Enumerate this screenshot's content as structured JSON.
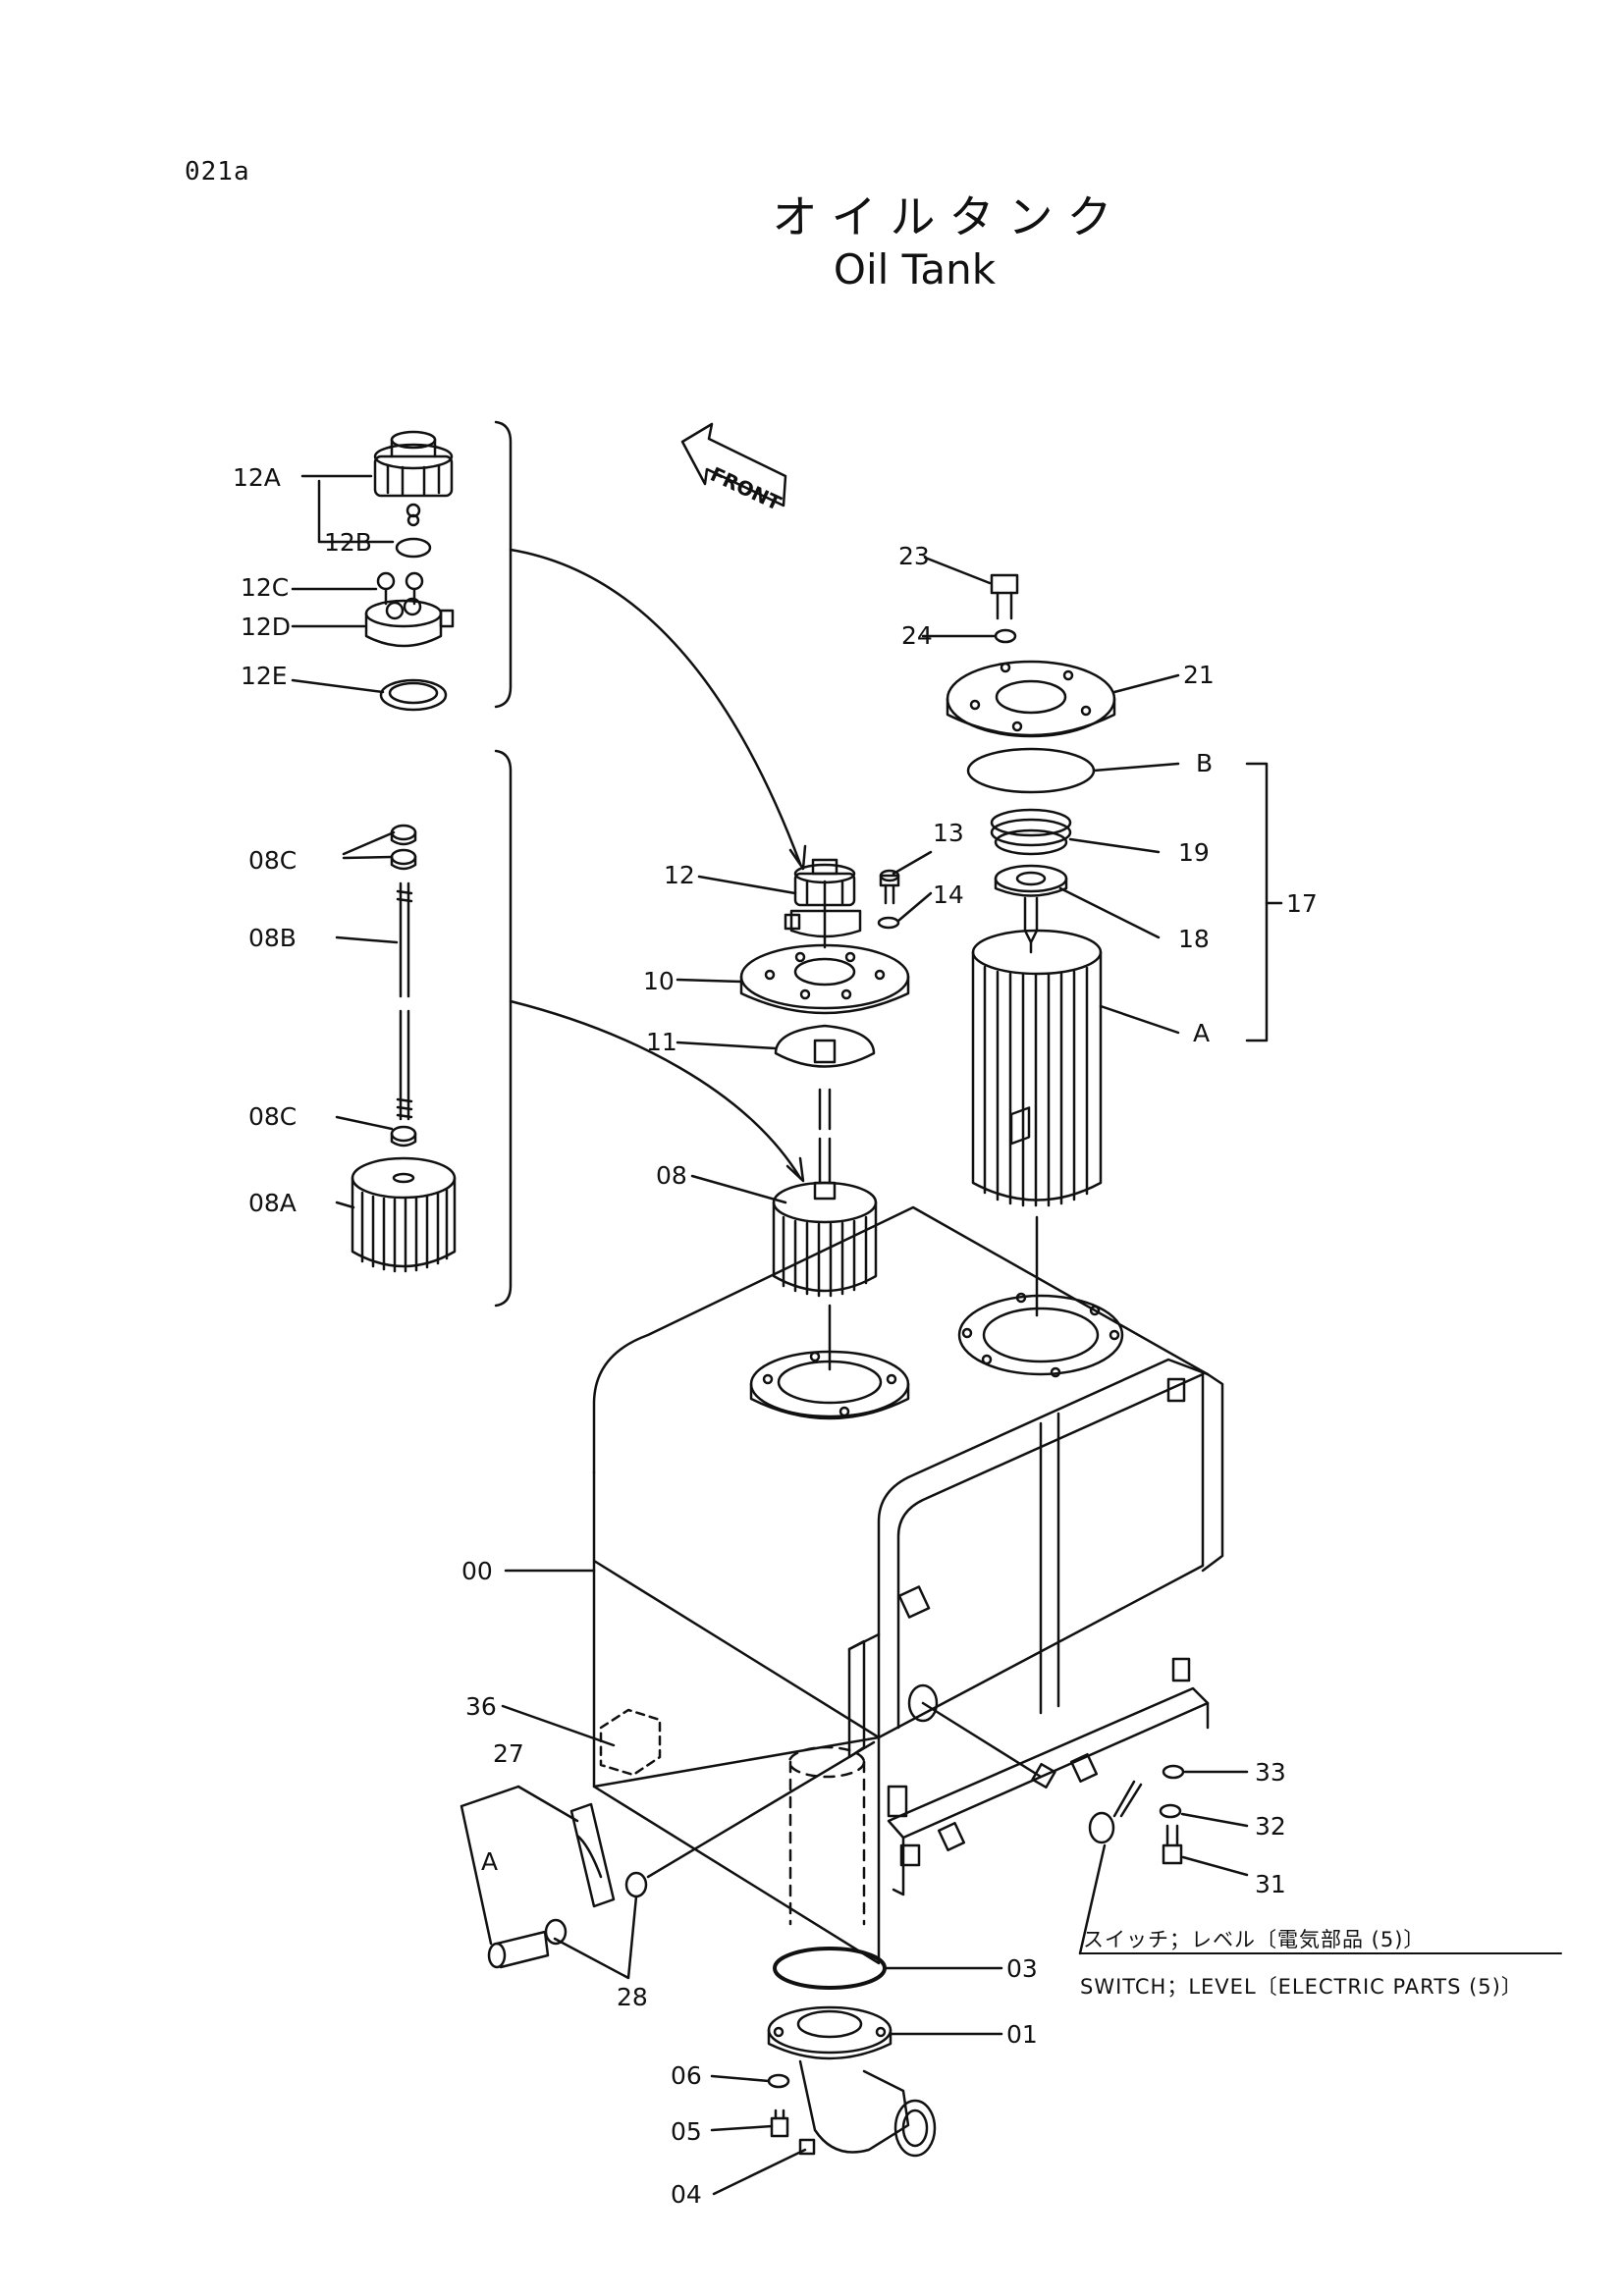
{
  "page_code": "021a",
  "title_jp": "オイルタンク",
  "title_en": "Oil Tank",
  "front_label": "FRONT",
  "parts": {
    "p12A": "12A",
    "p12B": "12B",
    "p12C": "12C",
    "p12D": "12D",
    "p12E": "12E",
    "p08C_top": "08C",
    "p08B": "08B",
    "p08C_bottom": "08C",
    "p08A": "08A",
    "p23": "23",
    "p24": "24",
    "p21": "21",
    "pB": "B",
    "p19": "19",
    "p18": "18",
    "p17": "17",
    "pA_filter": "A",
    "p13": "13",
    "p14": "14",
    "p12": "12",
    "p10": "10",
    "p11": "11",
    "p08": "08",
    "p00": "00",
    "p36": "36",
    "p27": "27",
    "pA_clamp": "A",
    "p28": "28",
    "p33": "33",
    "p32": "32",
    "p31": "31",
    "p03": "03",
    "p01": "01",
    "p06": "06",
    "p05": "05",
    "p04": "04"
  },
  "notes": {
    "switch_jp": "スイッチ；レベル〔電気部品 (5)〕",
    "switch_en": "SWITCH；LEVEL〔ELECTRIC PARTS (5)〕"
  }
}
